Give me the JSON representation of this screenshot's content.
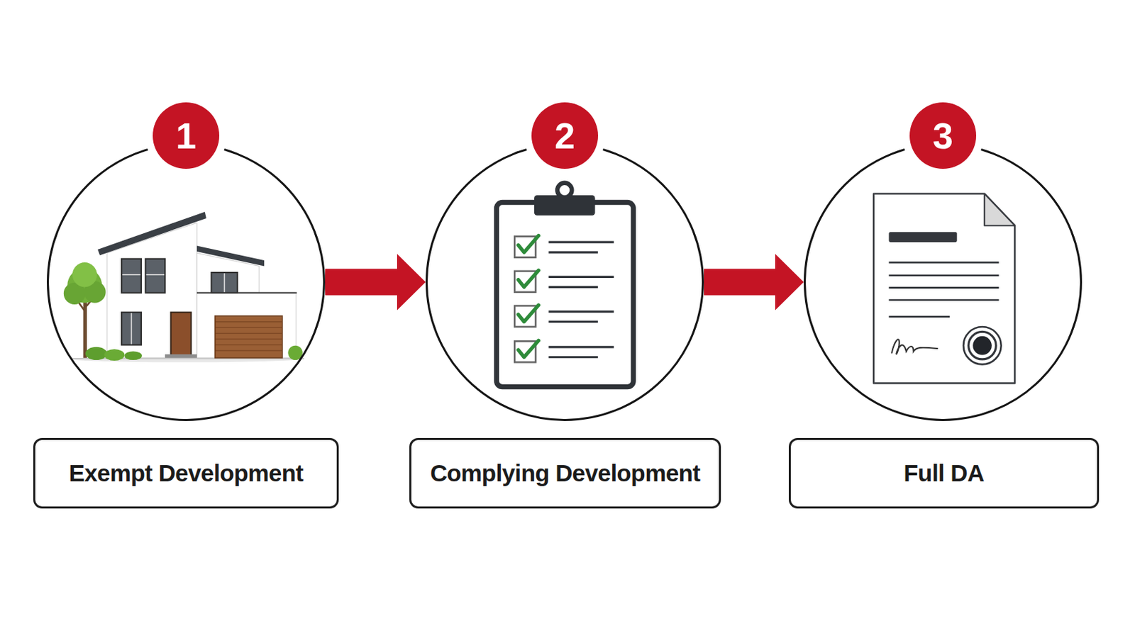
{
  "diagram": {
    "nodes": [
      {
        "text": [
          "1"
        ]
      },
      {
        "text": [
          "2"
        ]
      },
      {
        "text": [
          "3"
        ]
      },
      {
        "text": [
          "Exempt Development"
        ]
      },
      {
        "text": [
          "Complying Development"
        ]
      },
      {
        "text": [
          "Full DA"
        ]
      }
    ],
    "edges": [
      {
        "from": 0,
        "to": 1,
        "arrow": "to"
      },
      {
        "from": 1,
        "to": 2,
        "arrow": "to"
      }
    ]
  }
}
